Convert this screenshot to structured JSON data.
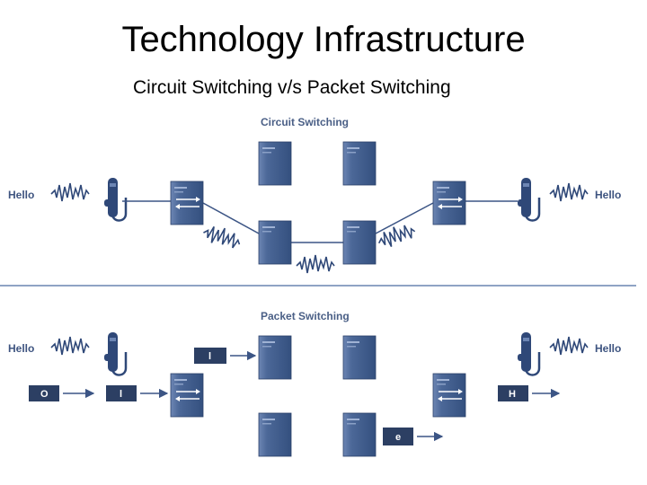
{
  "slide": {
    "title": "Technology Infrastructure",
    "subtitle": "Circuit Switching v/s Packet Switching"
  },
  "diagram": {
    "circuit_section": {
      "heading": "Circuit Switching",
      "left_caller_label": "Hello",
      "right_caller_label": "Hello"
    },
    "packet_section": {
      "heading": "Packet Switching",
      "left_caller_label": "Hello",
      "right_caller_label": "Hello",
      "packets": {
        "p_o": "O",
        "p_l_left": "l",
        "p_l_top": "l",
        "p_e": "e",
        "p_h": "H"
      }
    },
    "colors": {
      "device": "#3f5b8c",
      "device_light": "#6d86b4",
      "packet": "#2c3f63",
      "line": "#3c5585",
      "divider": "#8fa3c4"
    }
  }
}
